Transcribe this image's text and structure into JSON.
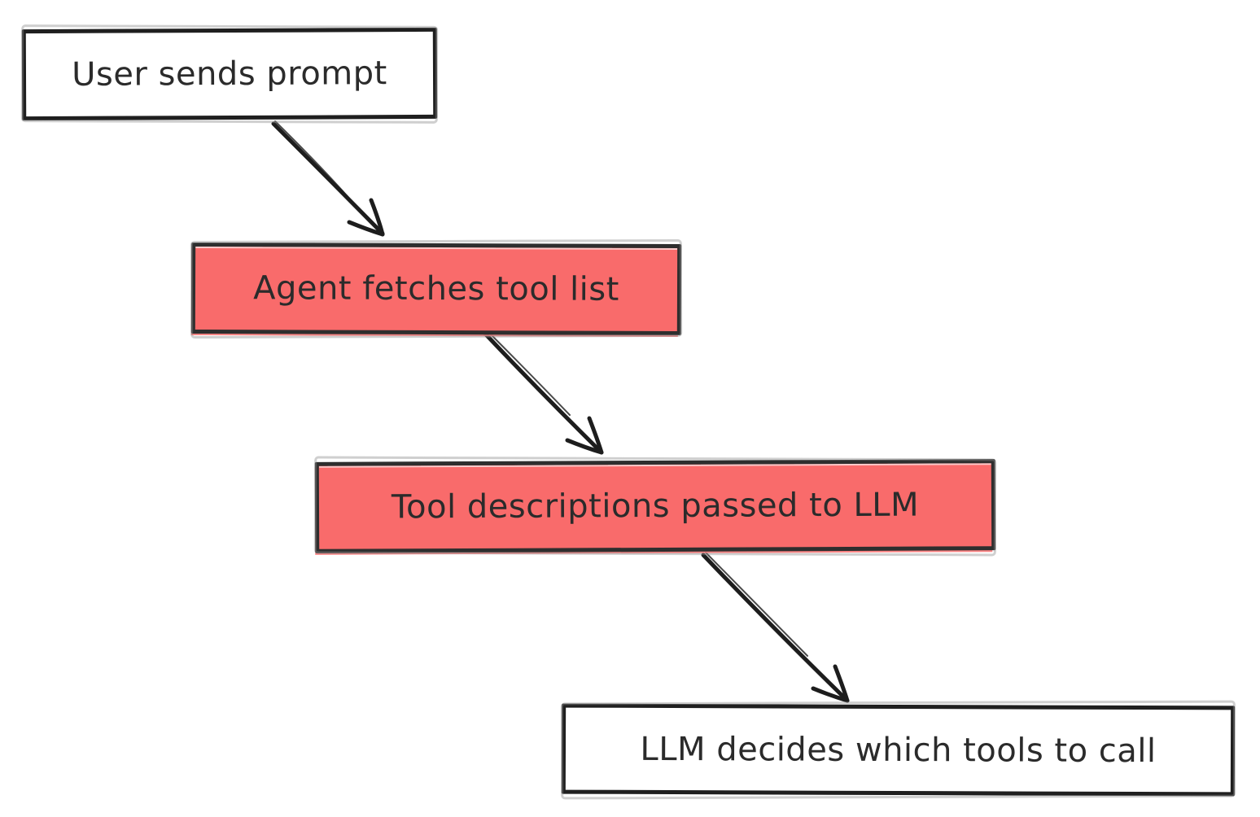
{
  "diagram": {
    "type": "flowchart",
    "style": "hand-drawn sketch",
    "background_color": "#ffffff",
    "colors": {
      "highlight_node_fill": "#f96b6b",
      "default_node_fill": "#ffffff",
      "stroke": "#1f1f1f",
      "text": "#2b2b2b",
      "sketch_gray": "#8c8c8c"
    },
    "nodes": [
      {
        "id": "user-sends-prompt",
        "label": "User sends prompt",
        "fill": "#ffffff"
      },
      {
        "id": "agent-fetches-tool-list",
        "label": "Agent fetches tool list",
        "fill": "#f96b6b"
      },
      {
        "id": "tool-descriptions-to-llm",
        "label": "Tool descriptions passed to LLM",
        "fill": "#f96b6b"
      },
      {
        "id": "llm-decides-tools",
        "label": "LLM decides which tools to call",
        "fill": "#ffffff"
      }
    ],
    "edges": [
      {
        "from": "user-sends-prompt",
        "to": "agent-fetches-tool-list",
        "direction": "down-right"
      },
      {
        "from": "agent-fetches-tool-list",
        "to": "tool-descriptions-to-llm",
        "direction": "down-right"
      },
      {
        "from": "tool-descriptions-to-llm",
        "to": "llm-decides-tools",
        "direction": "down-right"
      }
    ]
  }
}
